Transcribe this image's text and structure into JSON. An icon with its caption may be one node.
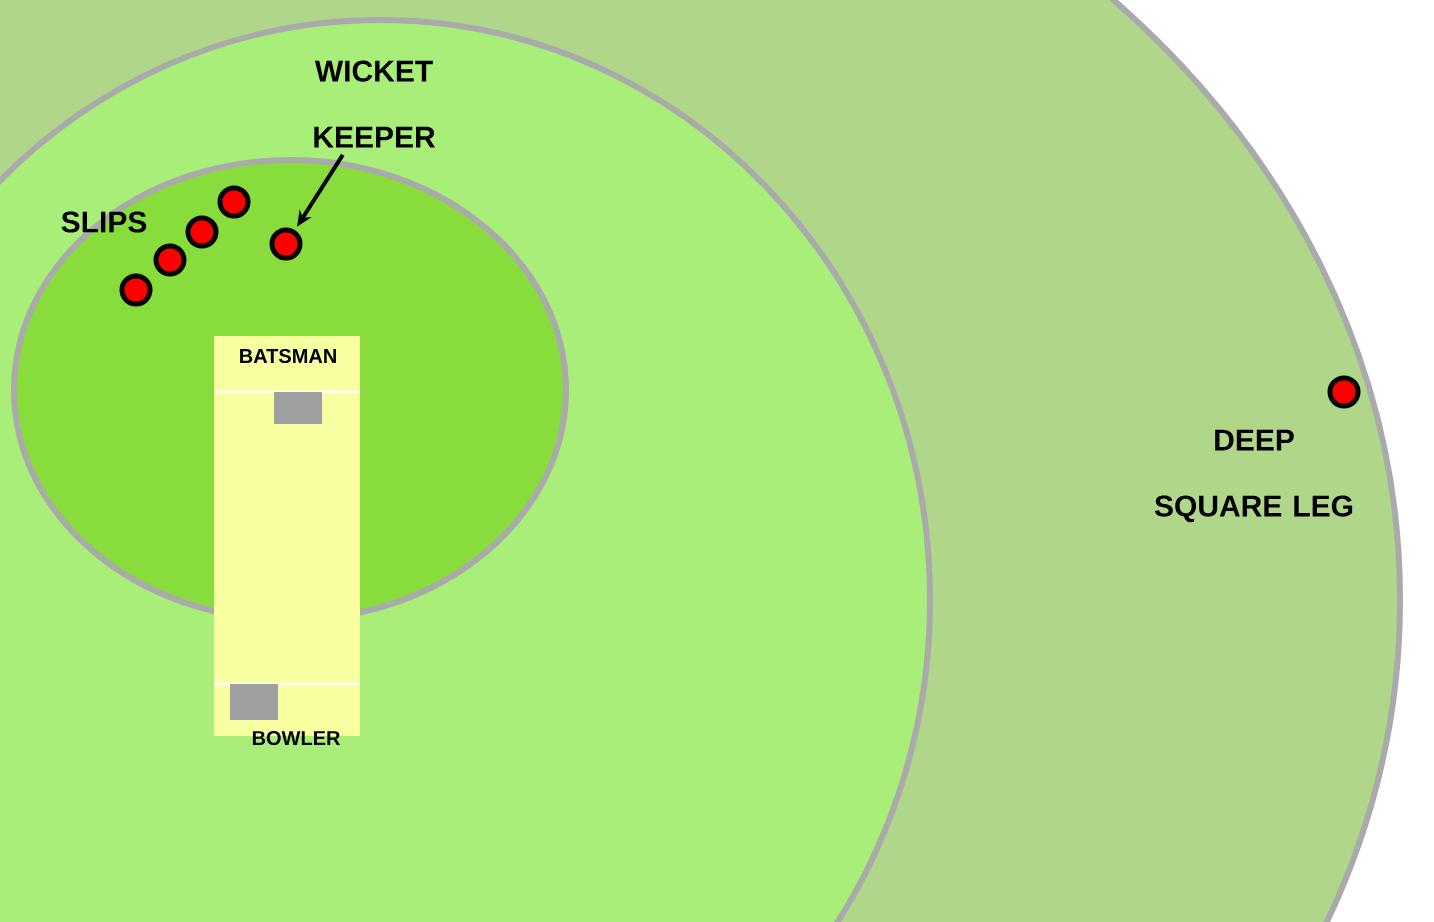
{
  "diagram": {
    "nodes": [
      {
        "text": [
          "WICKET KEEPER"
        ]
      },
      {
        "text": [],
        "shape": "circle"
      },
      {
        "text": [],
        "shape": "circle"
      },
      {
        "text": [],
        "shape": "circle"
      },
      {
        "text": [],
        "shape": "circle"
      },
      {
        "text": [],
        "shape": "circle"
      },
      {
        "text": [],
        "shape": "circle"
      }
    ],
    "edges": [
      {
        "from": 0,
        "to": 1,
        "arrow": "to"
      }
    ],
    "labels": [
      "SLIPS",
      "BATSMAN",
      "BOWLER",
      "DEEP SQUARE LEG"
    ]
  }
}
